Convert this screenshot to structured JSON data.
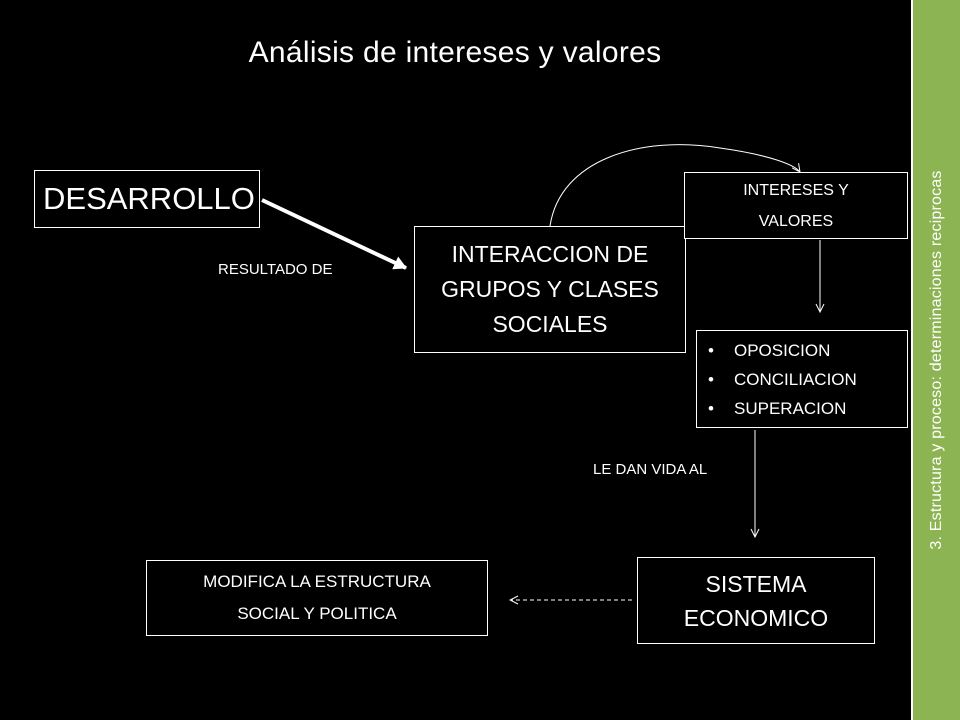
{
  "title": "Análisis de intereses y valores",
  "sidebar": {
    "text": "3. Estructura y proceso: determinaciones reciprocas",
    "color": "#8cb453"
  },
  "nodes": {
    "desarrollo": "DESARROLLO",
    "interaccion": [
      "INTERACCION DE",
      "GRUPOS Y CLASES",
      "SOCIALES"
    ],
    "intereses": [
      "INTERESES Y",
      "VALORES"
    ],
    "oposicion_items": [
      "OPOSICION",
      "CONCILIACION",
      "SUPERACION"
    ],
    "sistema": [
      "SISTEMA",
      "ECONOMICO"
    ],
    "modifica": [
      "MODIFICA LA ESTRUCTURA",
      "SOCIAL Y POLITICA"
    ]
  },
  "edges": {
    "resultado_de": "RESULTADO DE",
    "le_dan_vida": "LE DAN VIDA AL"
  },
  "colors": {
    "background": "#000000",
    "foreground": "#ffffff"
  }
}
